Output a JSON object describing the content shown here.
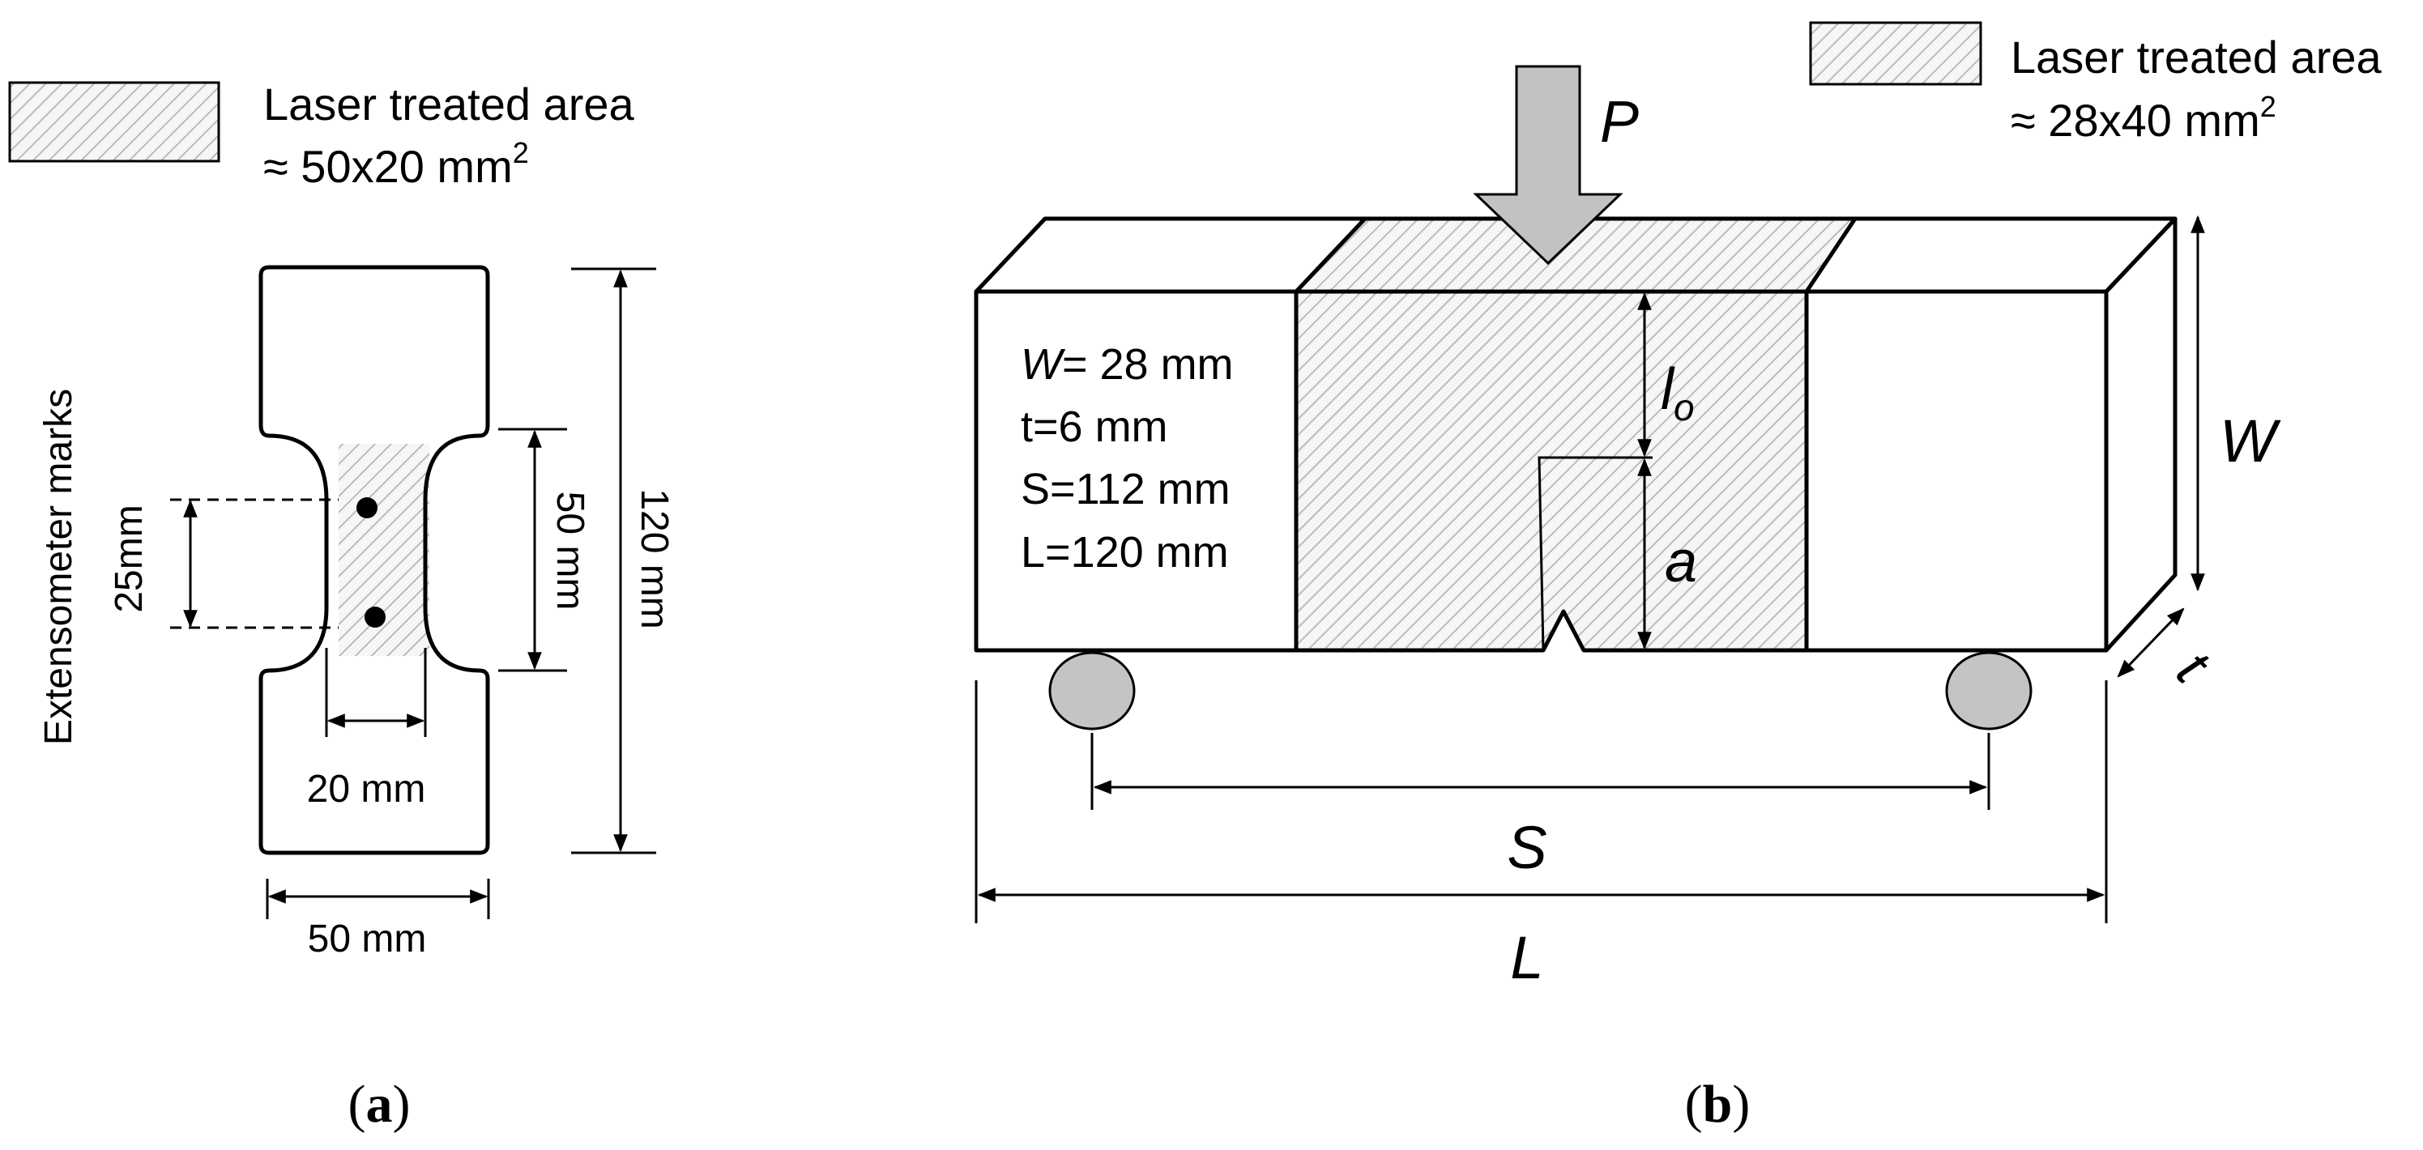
{
  "panel_a": {
    "legend_line1": "Laser treated area",
    "legend_line2": "≈ 50x20 mm",
    "legend_sup": "2",
    "extensometer_label": "Extensometer  marks",
    "dim_gauge": "25mm",
    "dim_reduced_length": "50 mm",
    "dim_total_length": "120 mm",
    "dim_reduced_width": "20 mm",
    "dim_grip_width": "50 mm",
    "caption_open": "(",
    "caption_letter": "a",
    "caption_close": ")"
  },
  "panel_b": {
    "legend_line1": "Laser treated area",
    "legend_line2": "≈ 28x40 mm",
    "legend_sup": "2",
    "load_symbol": "P",
    "param_w_sym": "W",
    "param_w_rest": "= 28 mm",
    "param_t": "t=6 mm",
    "param_s": "S=112 mm",
    "param_l": "L=120 mm",
    "lo_main": "l",
    "lo_sub": "o",
    "crack_a": "a",
    "dim_W": "W",
    "dim_t": "t",
    "dim_S": "S",
    "dim_L": "L",
    "caption_open": "(",
    "caption_letter": "b",
    "caption_close": ")"
  },
  "colors": {
    "hatch_line": "#bcbcbc",
    "hatch_bg": "#f6f6f6",
    "load_arrow": "#c2c2c2",
    "roller": "#c4c4c4",
    "ink": "#000000"
  }
}
